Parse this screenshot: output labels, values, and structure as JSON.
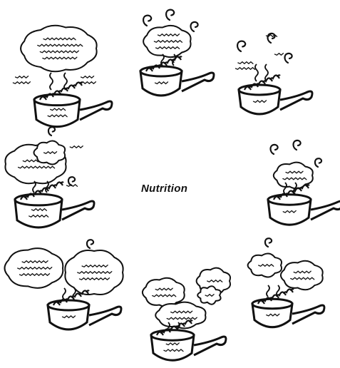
{
  "title": "Nutrition",
  "colors": {
    "ink": "#111111",
    "paper": "#ffffff"
  },
  "icons": [
    "cooking-pot-icon",
    "thought-cloud-icon",
    "steam-swirl-icon"
  ],
  "pots": [
    {
      "name": "pot-top-left",
      "pot_text": [
        "",
        ""
      ],
      "cloud_text": [
        "",
        "",
        "",
        ""
      ],
      "side_text": [
        "",
        ""
      ]
    },
    {
      "name": "pot-top-center",
      "pot_text": [
        ""
      ],
      "cloud_text": [
        "",
        "",
        ""
      ]
    },
    {
      "name": "pot-top-right",
      "pot_text": [
        ""
      ],
      "cloud_text": [
        "",
        "",
        ""
      ]
    },
    {
      "name": "pot-middle-left",
      "pot_text": [
        "",
        ""
      ],
      "cloud_text": [
        "",
        ""
      ]
    },
    {
      "name": "pot-middle-right",
      "pot_text": [
        ""
      ],
      "cloud_text": [
        "",
        ""
      ]
    },
    {
      "name": "pot-bottom-left",
      "pot_text": [
        ""
      ],
      "cloud_text": [
        "",
        "",
        ""
      ]
    },
    {
      "name": "pot-bottom-center",
      "pot_text": [
        "",
        ""
      ],
      "cloud_text": [
        "",
        "",
        ""
      ]
    },
    {
      "name": "pot-bottom-right",
      "pot_text": [
        ""
      ],
      "cloud_text": [
        "",
        ""
      ]
    }
  ]
}
